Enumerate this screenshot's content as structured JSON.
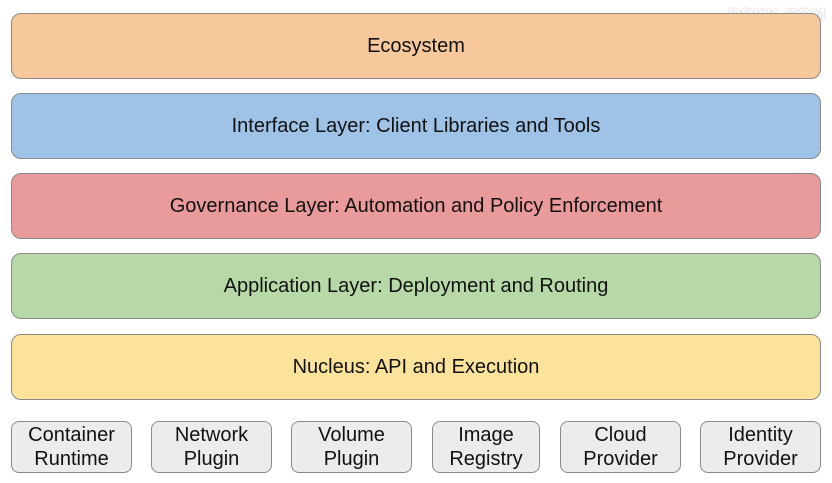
{
  "watermark": "DDKK.COM",
  "layers": [
    {
      "label": "Ecosystem",
      "color": "#f6c89b"
    },
    {
      "label": "Interface Layer: Client Libraries and Tools",
      "color": "#9fc3e6"
    },
    {
      "label": "Governance Layer: Automation and Policy Enforcement",
      "color": "#e99a9a"
    },
    {
      "label": "Application Layer: Deployment and Routing",
      "color": "#b7d9a7"
    },
    {
      "label": "Nucleus: API and Execution",
      "color": "#fbe39c"
    }
  ],
  "plugins": [
    {
      "line1": "Container",
      "line2": "Runtime"
    },
    {
      "line1": "Network",
      "line2": "Plugin"
    },
    {
      "line1": "Volume",
      "line2": "Plugin"
    },
    {
      "line1": "Image",
      "line2": "Registry"
    },
    {
      "line1": "Cloud",
      "line2": "Provider"
    },
    {
      "line1": "Identity",
      "line2": "Provider"
    }
  ]
}
